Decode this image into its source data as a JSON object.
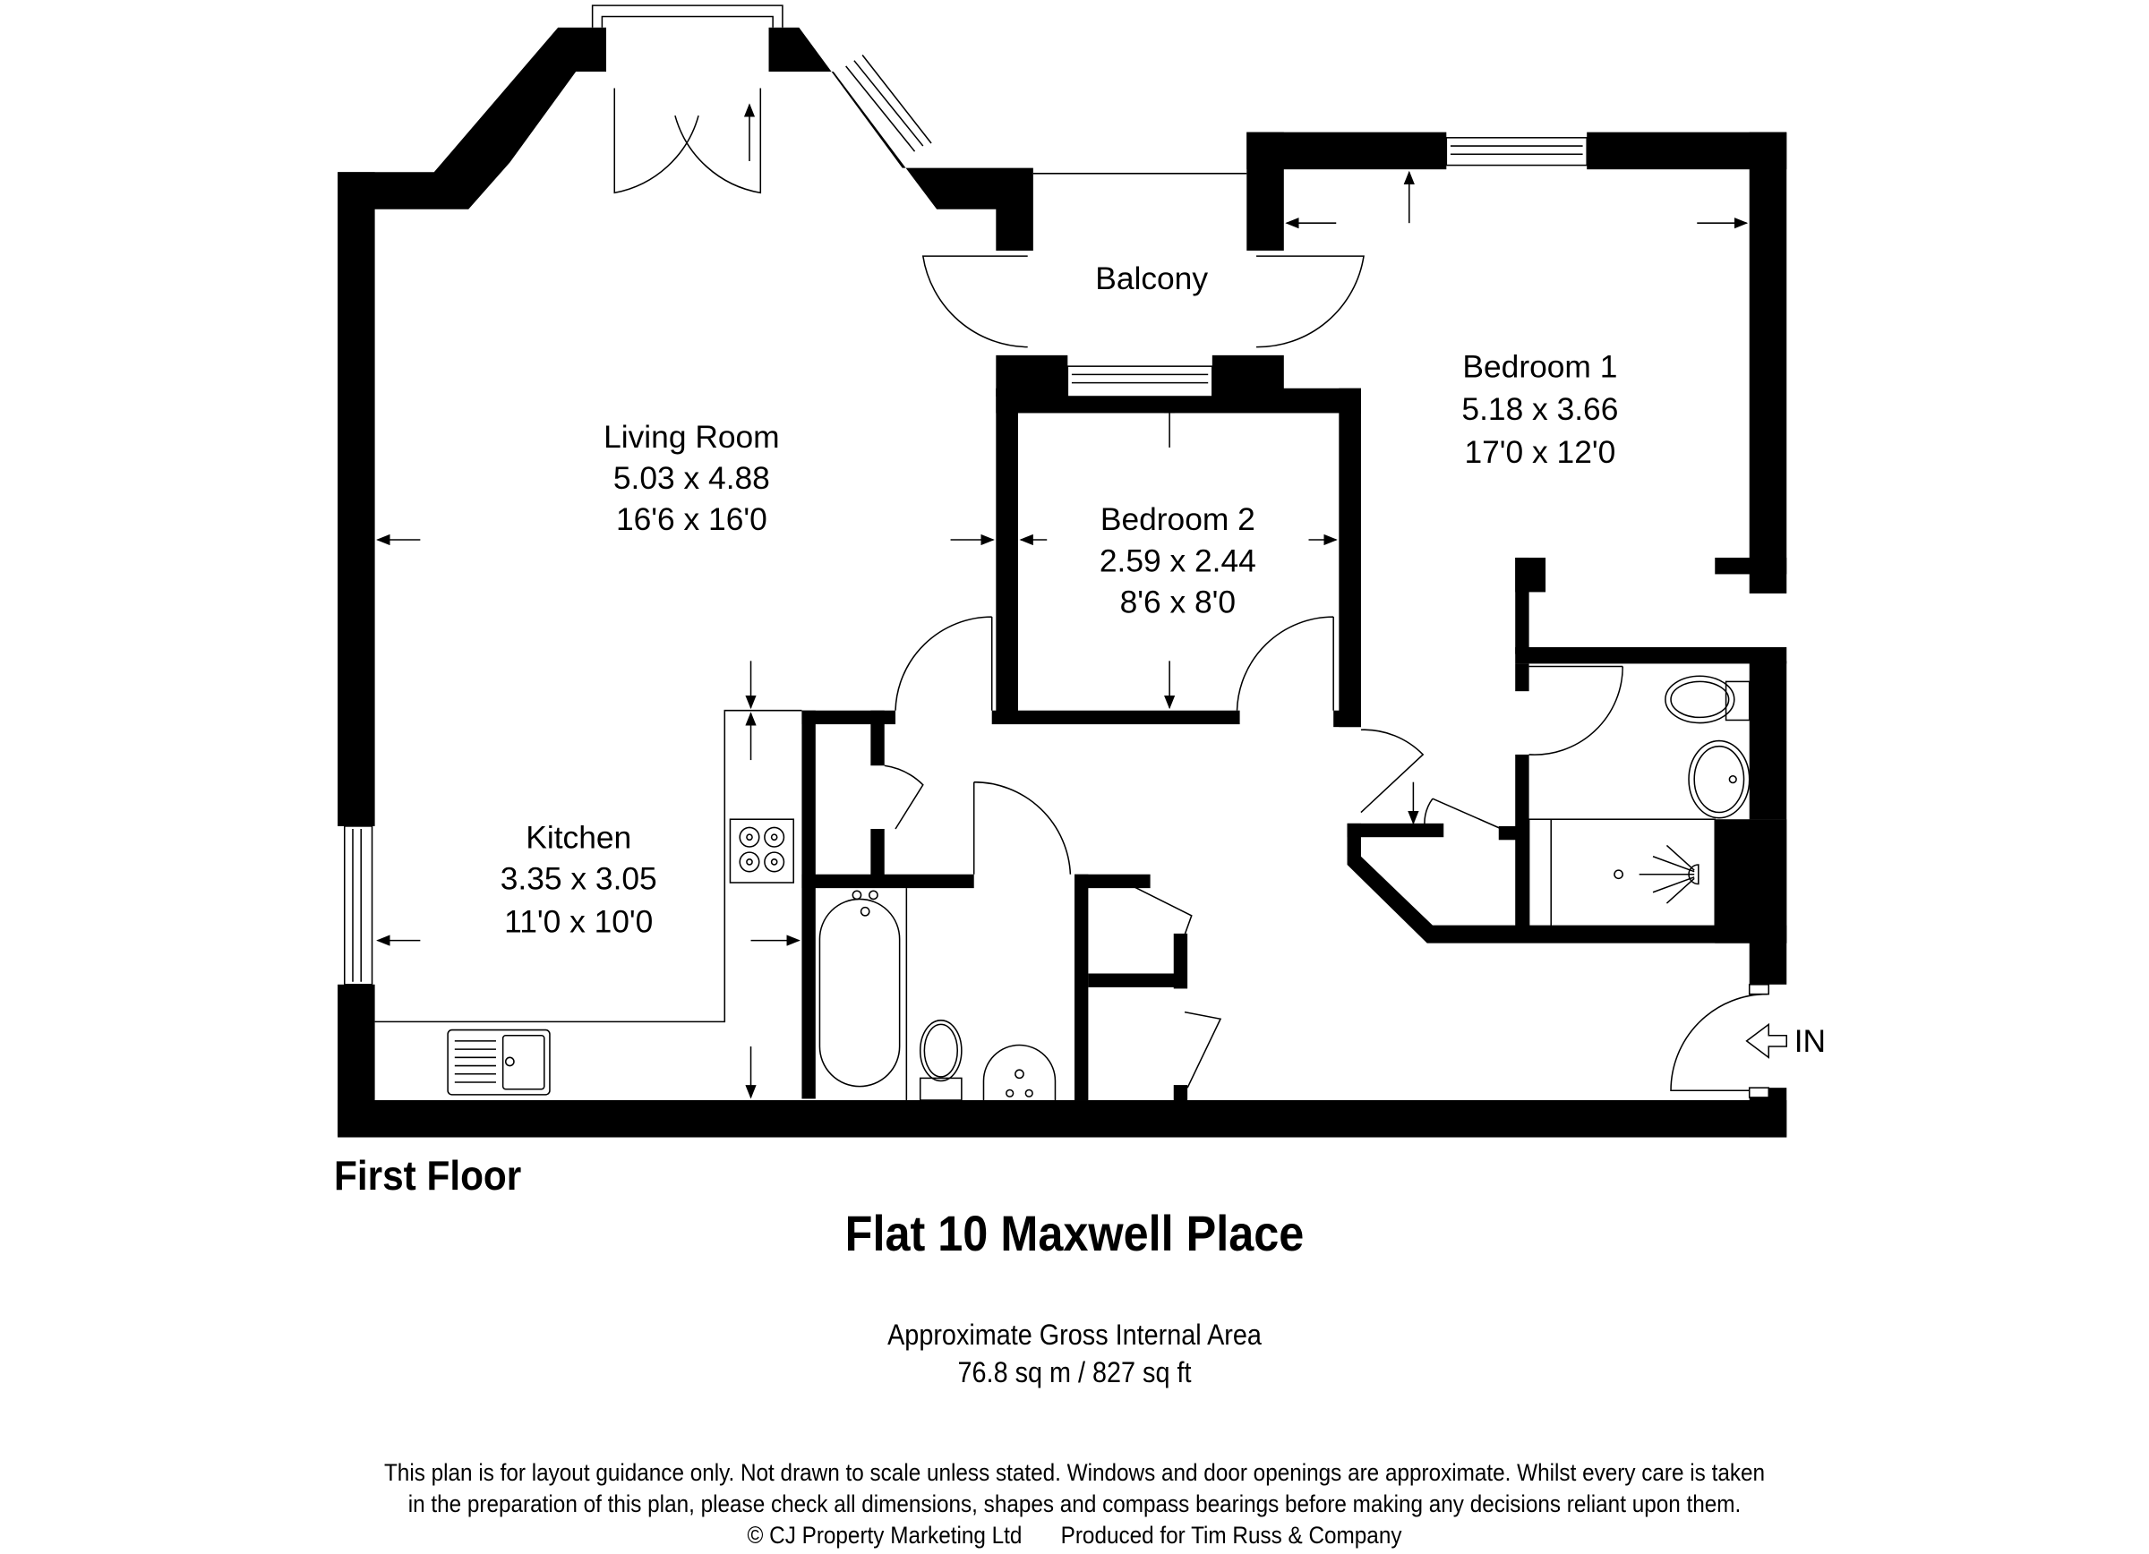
{
  "plan": {
    "floor_label": "First Floor",
    "title": "Flat 10 Maxwell Place",
    "entrance_label": "IN",
    "rooms": [
      {
        "name": "Living Room",
        "metric": "5.03 x 4.88",
        "imperial": "16'6 x 16'0"
      },
      {
        "name": "Balcony"
      },
      {
        "name": "Bedroom 1",
        "metric": "5.18 x 3.66",
        "imperial": "17'0 x 12'0"
      },
      {
        "name": "Bedroom 2",
        "metric": "2.59 x 2.44",
        "imperial": "8'6 x 8'0"
      },
      {
        "name": "Kitchen",
        "metric": "3.35 x 3.05",
        "imperial": "11'0 x 10'0"
      }
    ]
  },
  "area": {
    "heading": "Approximate Gross Internal Area",
    "value": "76.8 sq m / 827 sq ft"
  },
  "disclaimer": {
    "line1": "This plan is for layout guidance only. Not drawn to scale unless stated. Windows and door openings are approximate. Whilst every care is taken",
    "line2": "in the preparation of this plan, please check all dimensions, shapes and compass bearings before making any decisions reliant upon them.",
    "copyright": "© CJ Property Marketing Ltd",
    "produced_for": "Produced for Tim Russ & Company"
  }
}
